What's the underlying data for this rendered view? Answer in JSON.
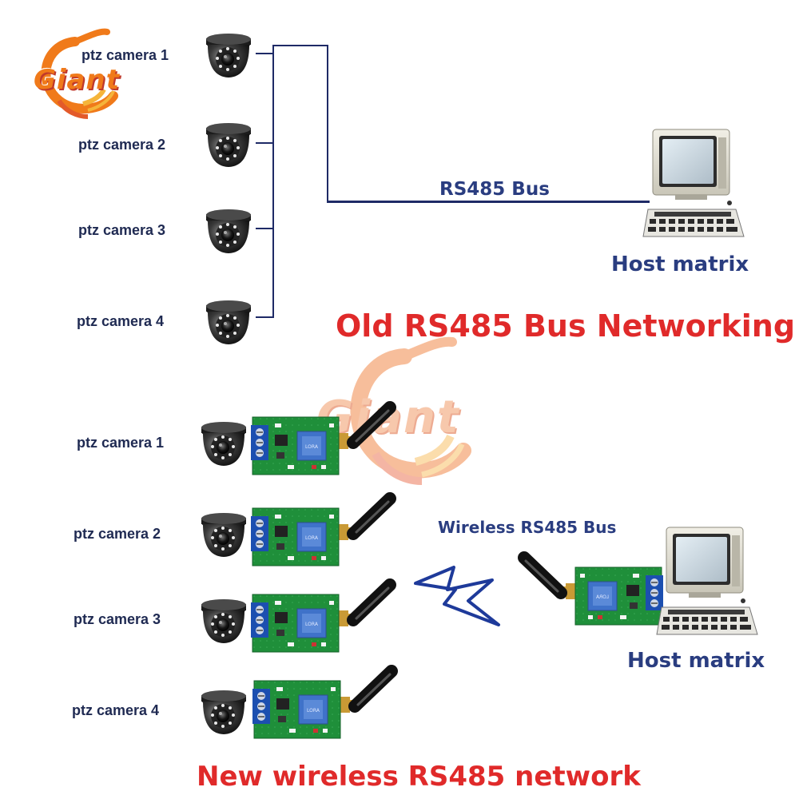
{
  "logo": {
    "brand": "Giant"
  },
  "watermark": {
    "brand": "Giant"
  },
  "old_network": {
    "title": "Old RS485 Bus Networking",
    "bus_label": "RS485 Bus",
    "host_label": "Host matrix",
    "cameras": [
      "ptz camera 1",
      "ptz camera 2",
      "ptz camera 3",
      "ptz camera 4"
    ]
  },
  "new_network": {
    "title": "New wireless RS485 network",
    "bus_label": "Wireless RS485 Bus",
    "host_label": "Host matrix",
    "cameras": [
      "ptz camera 1",
      "ptz camera 2",
      "ptz camera 3",
      "ptz camera 4"
    ]
  },
  "colors": {
    "title_red": "#e02a2a",
    "label_blue": "#2a3d80",
    "wire_navy": "#1e2a66",
    "pcb_green": "#1f8f3a",
    "logo_orange": "#f07a1a"
  },
  "icons": {
    "camera": "dome-camera-icon",
    "module": "wireless-rs485-module-icon",
    "computer": "host-computer-icon",
    "signal": "lightning-signal-icon"
  }
}
